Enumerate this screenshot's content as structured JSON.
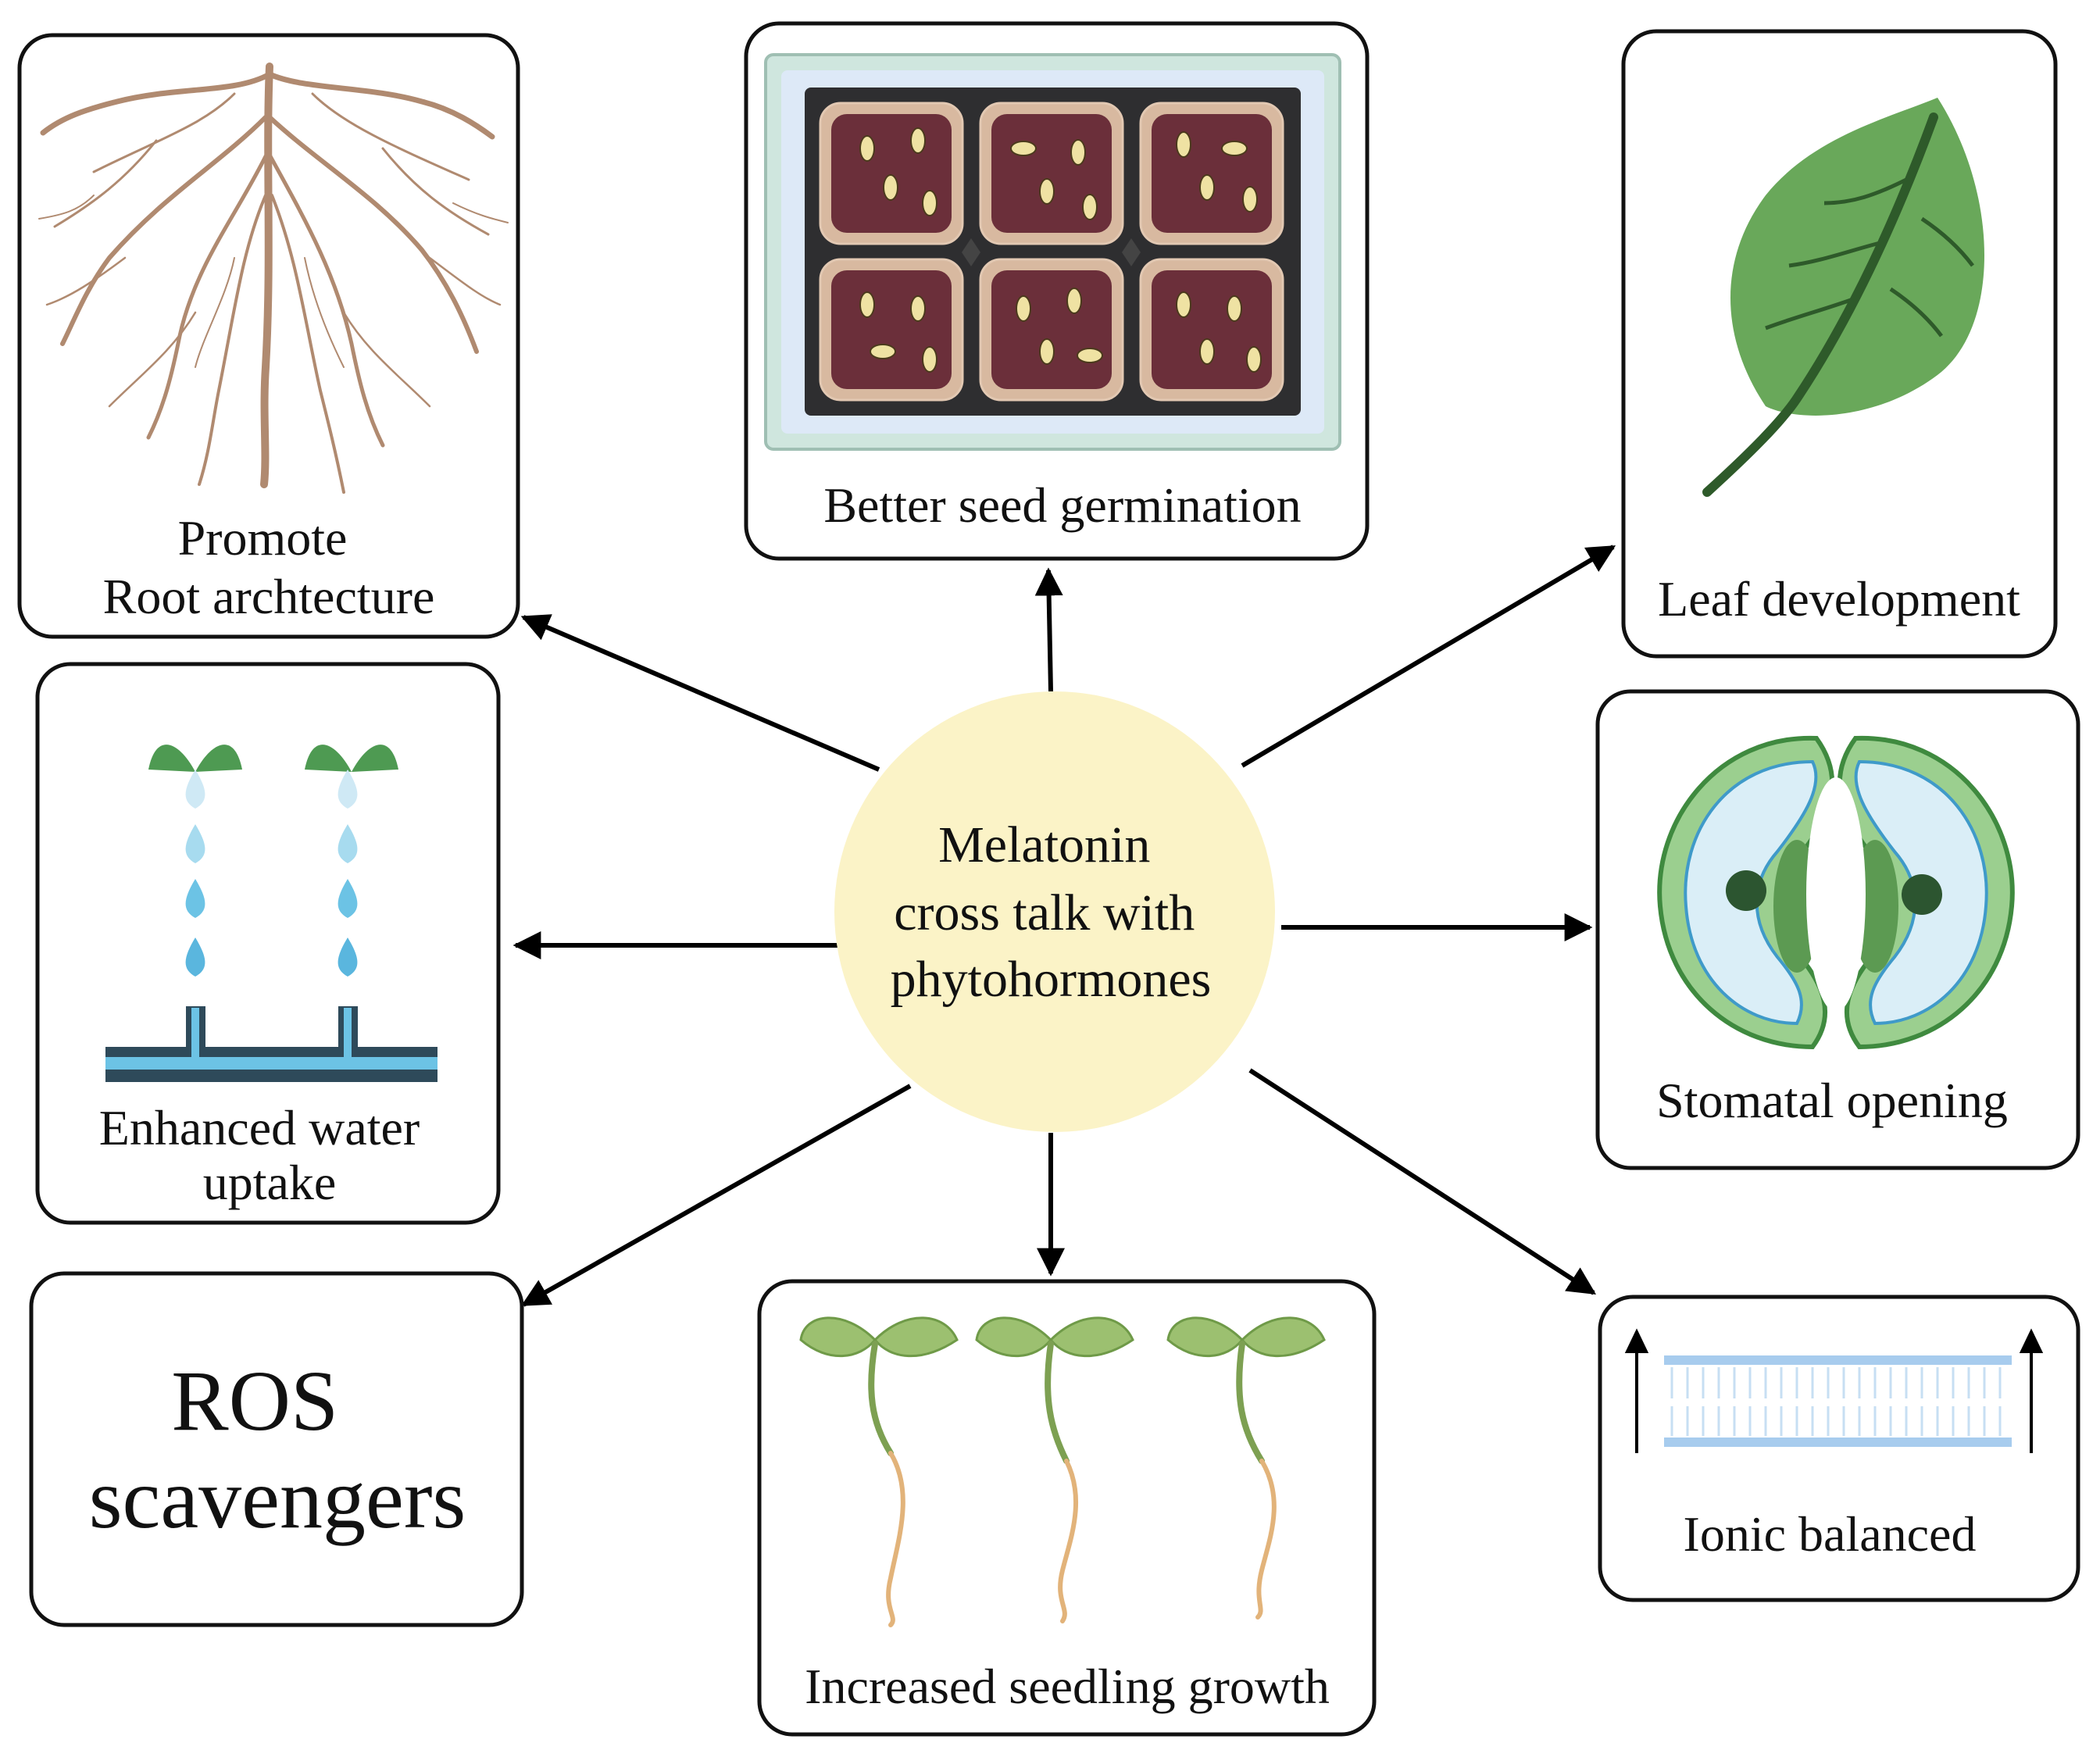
{
  "center": {
    "lines": [
      "Melatonin",
      "cross talk with",
      "phytohormones"
    ]
  },
  "boxes": {
    "root": {
      "lines": [
        "Promote",
        "Root archtecture"
      ],
      "icon": "roots-icon"
    },
    "seed": {
      "lines": [
        "Better seed germination"
      ],
      "icon": "seed-tray-icon"
    },
    "leaf": {
      "lines": [
        "Leaf development"
      ],
      "icon": "leaf-icon"
    },
    "water": {
      "lines": [
        "Enhanced water",
        "uptake"
      ],
      "icon": "water-drip-icon"
    },
    "stomata": {
      "lines": [
        "Stomatal opening"
      ],
      "icon": "stomata-icon"
    },
    "ros": {
      "lines": [
        "ROS",
        "scavengers"
      ]
    },
    "seedling": {
      "lines": [
        "Increased seedling growth"
      ],
      "icon": "seedling-icon"
    },
    "ionic": {
      "lines": [
        "Ionic balanced"
      ],
      "icon": "membrane-icon"
    }
  },
  "colors": {
    "center_fill": "#fbf3c7",
    "leaf_green": "#69a85a",
    "root_brown": "#b08a70",
    "water_blue": "#6cc3e5",
    "soil": "#6b2f3a",
    "membrane": "#9dc7ec"
  }
}
